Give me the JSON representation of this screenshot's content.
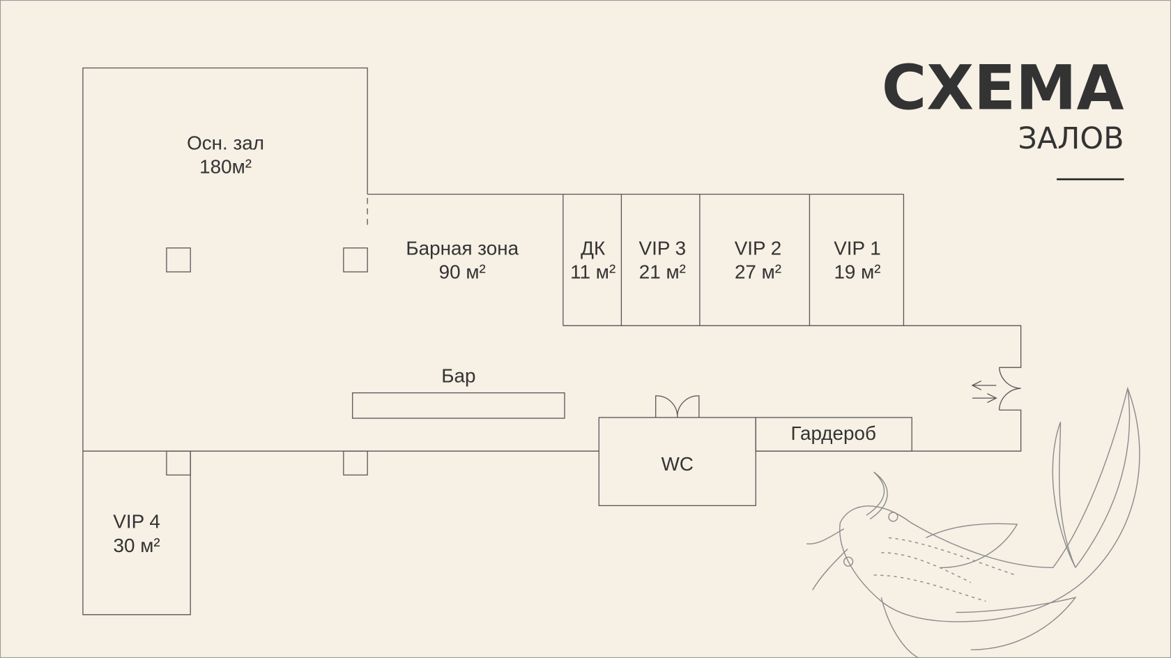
{
  "header": {
    "title": "СХЕМА",
    "subtitle": "ЗАЛОВ"
  },
  "rooms": {
    "main_hall": {
      "name": "Осн. зал",
      "area": "180м²"
    },
    "bar_zone": {
      "name": "Барная зона",
      "area": "90 м²"
    },
    "dk": {
      "name": "ДК",
      "area": "11 м²"
    },
    "vip3": {
      "name": "VIP 3",
      "area": "21 м²"
    },
    "vip2": {
      "name": "VIP 2",
      "area": "27 м²"
    },
    "vip1": {
      "name": "VIP 1",
      "area": "19 м²"
    },
    "vip4": {
      "name": "VIP 4",
      "area": "30 м²"
    },
    "bar": {
      "name": "Бар"
    },
    "wc": {
      "name": "WC"
    },
    "wardrobe": {
      "name": "Гардероб"
    }
  },
  "colors": {
    "background": "#f6f0e5",
    "text": "#333333",
    "lines": "#555555"
  }
}
